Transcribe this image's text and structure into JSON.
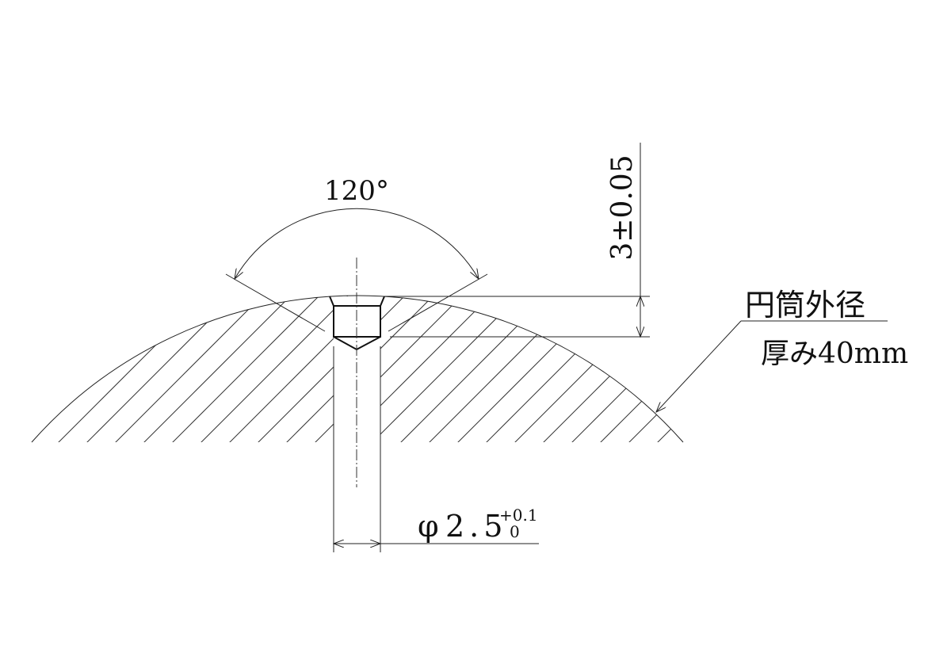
{
  "drawing": {
    "angle_label": "120°",
    "depth_tolerance_label": "3±0.05",
    "diameter_symbol": "φ",
    "diameter_value": "2.5",
    "diameter_upper_tolerance": "+0.1",
    "diameter_lower_tolerance": "0",
    "note_line1": "円筒外径",
    "note_line2": "厚み40mm",
    "line_color": "#222222"
  }
}
